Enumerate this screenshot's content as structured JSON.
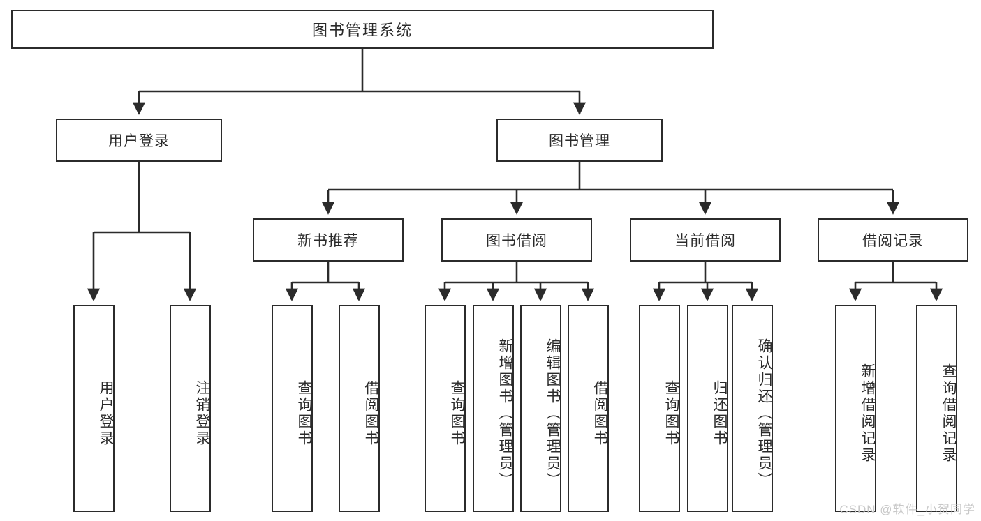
{
  "diagram": {
    "title": "图书管理系统",
    "root": {
      "label": "图书管理系统"
    },
    "level2": [
      {
        "label": "用户登录"
      },
      {
        "label": "图书管理"
      }
    ],
    "level3": [
      {
        "label": "新书推荐"
      },
      {
        "label": "图书借阅"
      },
      {
        "label": "当前借阅"
      },
      {
        "label": "借阅记录"
      }
    ],
    "leaves": {
      "user_login": [
        {
          "label": "用户登录"
        },
        {
          "label": "注销登录"
        }
      ],
      "new_book_recommend": [
        {
          "label": "查询图书"
        },
        {
          "label": "借阅图书"
        }
      ],
      "book_borrow": [
        {
          "label": "查询图书"
        },
        {
          "label": "新增图书（管理员）"
        },
        {
          "label": "编辑图书（管理员）"
        },
        {
          "label": "借阅图书"
        }
      ],
      "current_borrow": [
        {
          "label": "查询图书"
        },
        {
          "label": "归还图书"
        },
        {
          "label": "确认归还（管理员）"
        }
      ],
      "borrow_record": [
        {
          "label": "新增借阅记录"
        },
        {
          "label": "查询借阅记录"
        }
      ]
    }
  },
  "watermark": {
    "text": "CSDN @软件_小贺同学"
  },
  "colors": {
    "stroke": "#2b2b2b",
    "background": "#ffffff",
    "text": "#2a2a2a",
    "watermark": "#c8c8c8"
  }
}
